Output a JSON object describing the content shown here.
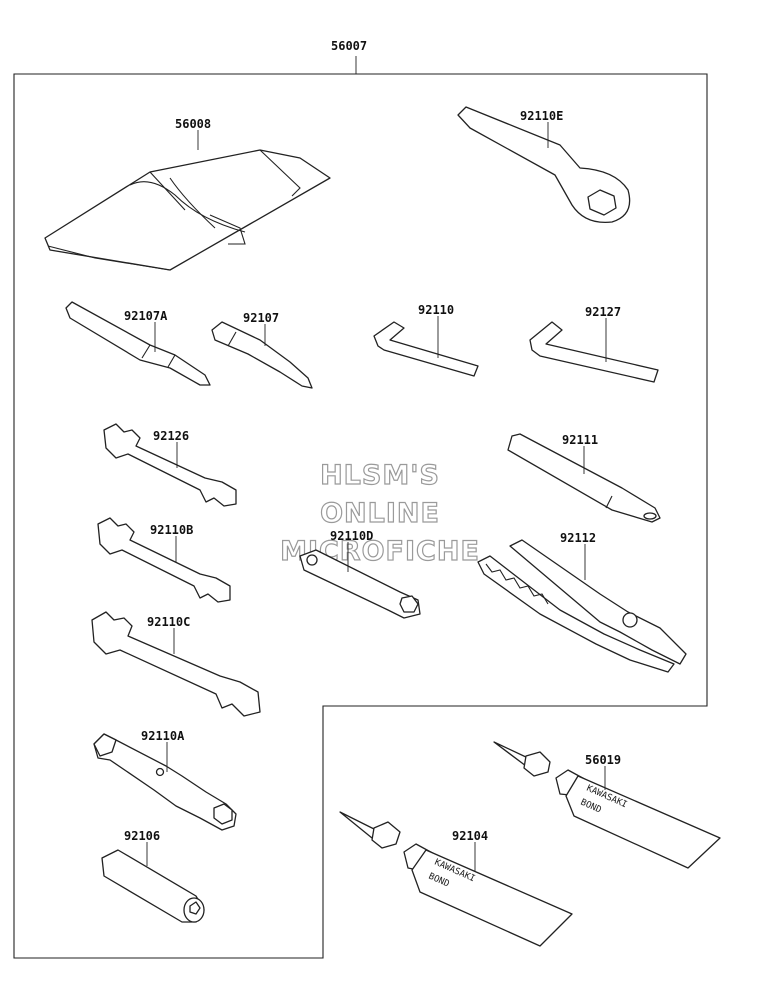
{
  "assembly_label": "56007",
  "parts": {
    "tool_bag": "56008",
    "ring_wrench": "92110E",
    "double_screwdriver": "92107A",
    "screwdriver_bit": "92107",
    "hex_key_small": "92110",
    "hex_key_large": "92127",
    "wrench_small": "92126",
    "handle_bar": "92111",
    "wrench_medium": "92110B",
    "box_wrench_d": "92110D",
    "pliers": "92112",
    "wrench_large": "92110C",
    "box_wrench_a": "92110A",
    "bond_tube_upper": "56019",
    "bond_tube_lower": "92104",
    "socket_tool": "92106"
  },
  "tube_print": {
    "brand": "KAWASAKI",
    "product": "BOND"
  },
  "watermark": {
    "line1": "HLSM'S",
    "line2": "ONLINE",
    "line3": "MICROFICHE"
  }
}
